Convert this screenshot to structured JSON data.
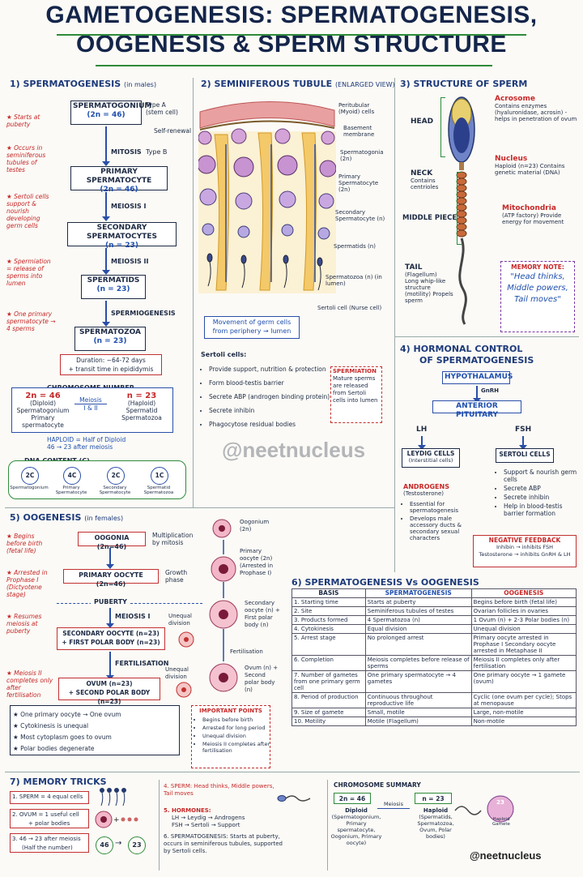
{
  "title": {
    "line1": "GAMETOGENESIS: SPERMATOGENESIS,",
    "line2": "OOGENESIS & SPERM STRUCTURE"
  },
  "sections": {
    "s1": "1) SPERMATOGENESIS",
    "s1_sub": "(in males)",
    "s2": "2) SEMINIFEROUS TUBULE",
    "s2_sub": "(ENLARGED VIEW)",
    "s3": "3) STRUCTURE OF SPERM",
    "s4": "4) HORMONAL CONTROL",
    "s4b": "OF SPERMATOGENESIS",
    "s5": "5) OOGENESIS",
    "s5_sub": "(in females)",
    "s6": "6) SPERMATOGENESIS Vs OOGENESIS",
    "s7": "7) MEMORY TRICKS"
  },
  "sperm_flow": {
    "spermatogonium": "SPERMATOGONIUM",
    "spermatogonium_n": "(2n = 46)",
    "typeA": "Type A",
    "stem": "(stem cell)",
    "selfrenewal": "Self-renewal",
    "mitosis": "MITOSIS",
    "typeB": "Type B",
    "primary": "PRIMARY SPERMATOCYTE",
    "primary_n": "(2n = 46)",
    "meiosis1": "MEIOSIS I",
    "secondary": "SECONDARY SPERMATOCYTES",
    "secondary_n": "(n = 23)",
    "meiosis2": "MEIOSIS II",
    "spermatids": "SPERMATIDS",
    "spermatids_n": "(n = 23)",
    "spermiogenesis": "SPERMIOGENESIS",
    "spermatozoa": "SPERMATOZOA",
    "spermatozoa_n": "(n = 23)",
    "duration1": "Duration: ~64-72 days",
    "duration2": "+ transit time in epididymis"
  },
  "sperm_notes": [
    "Starts at puberty",
    "Occurs in seminiferous tubules of testes",
    "Sertoli cells support & nourish developing germ cells",
    "Spermiation = release of sperms into lumen",
    "One primary spermatocyte → 4 sperms"
  ],
  "chromosome": {
    "title": "CHROMOSOME NUMBER",
    "left_n": "2n = 46",
    "left_t": "(Diploid)",
    "left_1": "Spermatogonium",
    "left_2": "Primary spermatocyte",
    "meiosis": "Meiosis",
    "meiosis_sub": "I & II",
    "right_n": "n = 23",
    "right_t": "(Haploid)",
    "right_1": "Spermatid",
    "right_2": "Spermatozoa",
    "haploid1": "HAPLOID = Half of Diploid",
    "haploid2": "46 → 23 after meiosis"
  },
  "dna": {
    "title": "DNA CONTENT (C)",
    "items": [
      {
        "v": "2C",
        "l": "Spermatogonium"
      },
      {
        "v": "4C",
        "l": "Primary Spermatocyte"
      },
      {
        "v": "2C",
        "l": "Secondary Spermatocyte"
      },
      {
        "v": "1C",
        "l": "Spermatid Spermatozoa"
      }
    ]
  },
  "tubule": {
    "labels": [
      "Peritubular (Myoid) cells",
      "Basement membrane",
      "Spermatogonia (2n)",
      "Primary Spermatocyte (2n)",
      "Secondary Spermatocyte (n)",
      "Spermatids (n)",
      "Spermatozoa (n) (in lumen)",
      "Sertoli cell (Nurse cell)"
    ],
    "movement1": "Movement of germ cells",
    "movement2": "from periphery → lumen",
    "sertoli_title": "Sertoli cells:",
    "sertoli": [
      "Provide support, nutrition & protection",
      "Form blood-testis barrier",
      "Secrete ABP (androgen binding protein)",
      "Secrete inhibin",
      "Phagocytose residual bodies"
    ],
    "spermiation_title": "SPERMIATION",
    "spermiation": "Mature sperms are released from Sertoli cells into lumen"
  },
  "watermark": "@neetnucleus",
  "sperm_structure": {
    "acrosome": "Acrosome",
    "acrosome_d": "Contains enzymes (hyaluronidase, acrosin) - helps in penetration of ovum",
    "head": "HEAD",
    "nucleus": "Nucleus",
    "nucleus_d": "Haploid (n=23) Contains genetic material (DNA)",
    "neck": "NECK",
    "neck_d": "Contains centrioles",
    "middle": "MIDDLE PIECE",
    "mito": "Mitochondria",
    "mito_d": "(ATP factory) Provide energy for movement",
    "tail": "TAIL",
    "tail_d1": "(Flagellum)",
    "tail_d2": "Long whip-like structure (motility) Propels sperm",
    "memory_title": "MEMORY NOTE:",
    "memory": "\"Head thinks, Middle powers, Tail moves\""
  },
  "hormonal": {
    "hypothalamus": "HYPOTHALAMUS",
    "gnrh": "GnRH",
    "pituitary": "ANTERIOR PITUITARY",
    "lh": "LH",
    "fsh": "FSH",
    "leydig": "LEYDIG CELLS",
    "leydig_sub": "(Interstitial cells)",
    "sertoli": "SERTOLI CELLS",
    "androgens": "ANDROGENS",
    "androgens_sub": "(Testosterone)",
    "androgen_pts": [
      "Essential for spermatogenesis",
      "Develops male accessory ducts & secondary sexual characters"
    ],
    "sertoli_pts": [
      "Support & nourish germ cells",
      "Secrete ABP",
      "Secrete inhibin",
      "Help in blood-testis barrier formation"
    ],
    "neg_title": "NEGATIVE FEEDBACK",
    "neg1": "Inhibin → inhibits FSH",
    "neg2": "Testosterone → inhibits GnRH & LH"
  },
  "oogenesis": {
    "oogonia": "OOGONIA (2n=46)",
    "mult": "Multiplication by mitosis",
    "primary": "PRIMARY OOCYTE (2n=46)",
    "growth": "Growth phase",
    "puberty": "PUBERTY",
    "meiosis1": "MEIOSIS I",
    "secondary": "SECONDARY OOCYTE (n=23)",
    "polar1": "+ FIRST POLAR BODY (n=23)",
    "unequal": "Unequal division",
    "fert": "FERTILISATION",
    "ovum": "OVUM (n=23)",
    "polar2": "+ SECOND POLAR BODY (n=23)",
    "notes": [
      "Begins before birth (fetal life)",
      "Arrested in Prophase I (Dictyotene stage)",
      "Resumes meiosis at puberty",
      "Meiosis II completes only after fertilisation"
    ],
    "facts": [
      "One primary oocyte → One ovum",
      "Cytokinesis is unequal",
      "Most cytoplasm goes to ovum",
      "Polar bodies degenerate"
    ],
    "right_labels": [
      "Oogonium (2n)",
      "Primary oocyte (2n) (Arrested in Prophase I)",
      "Secondary oocyte (n) + First polar body (n)",
      "Fertilisation",
      "Ovum (n) + Second polar body (n)"
    ],
    "imp_title": "IMPORTANT POINTS",
    "imp": [
      "Begins before birth",
      "Arrested for long period",
      "Unequal division",
      "Meiosis II completes after fertilisation"
    ]
  },
  "comparison": {
    "headers": [
      "BASIS",
      "SPERMATOGENESIS",
      "OOGENESIS"
    ],
    "rows": [
      [
        "1. Starting time",
        "Starts at puberty",
        "Begins before birth (fetal life)"
      ],
      [
        "2. Site",
        "Seminiferous tubules of testes",
        "Ovarian follicles in ovaries"
      ],
      [
        "3. Products formed",
        "4 Spermatozoa (n)",
        "1 Ovum (n) + 2-3 Polar bodies (n)"
      ],
      [
        "4. Cytokinesis",
        "Equal division",
        "Unequal division"
      ],
      [
        "5. Arrest stage",
        "No prolonged arrest",
        "Primary oocyte arrested in Prophase I Secondary oocyte arrested in Metaphase II"
      ],
      [
        "6. Completion",
        "Meiosis completes before release of sperms",
        "Meiosis II completes only after fertilisation"
      ],
      [
        "7. Number of gametes from one primary germ cell",
        "One primary spermatocyte → 4 gametes",
        "One primary oocyte → 1 gamete (ovum)"
      ],
      [
        "8. Period of production",
        "Continuous throughout reproductive life",
        "Cyclic (one ovum per cycle); Stops at menopause"
      ],
      [
        "9. Size of gamete",
        "Small, motile",
        "Large, non-motile"
      ],
      [
        "10. Motility",
        "Motile (Flagellum)",
        "Non-motile"
      ]
    ]
  },
  "memory_tricks": {
    "t1": "1. SPERM = 4 equal cells",
    "t2a": "2. OVUM = 1 useful cell",
    "t2b": "+ polar bodies",
    "t3a": "3. 46 → 23 after meiosis",
    "t3b": "(Half the number)",
    "c46": "46",
    "c23": "23",
    "t4": "4. SPERM: Head thinks, Middle powers, Tail moves",
    "t5": "5. HORMONES:",
    "t5a": "LH → Leydig → Androgens",
    "t5b": "FSH → Sertoli → Support",
    "t6": "6. SPERMATOGENESIS: Starts at puberty, occurs in seminiferous tubules, supported by Sertoli cells."
  },
  "chromosome_summary": {
    "title": "CHROMOSOME SUMMARY",
    "left": "2n = 46",
    "left_t": "Diploid",
    "left_d": "(Spermatogonium, Primary spermatocyte, Oogonium, Primary oocyte)",
    "meiosis": "Meiosis",
    "right": "n = 23",
    "right_t": "Haploid",
    "right_d": "(Spermatids, Spermatozoa, Ovum, Polar bodies)",
    "gamete": "Haploid Gamete",
    "g23": "23"
  }
}
